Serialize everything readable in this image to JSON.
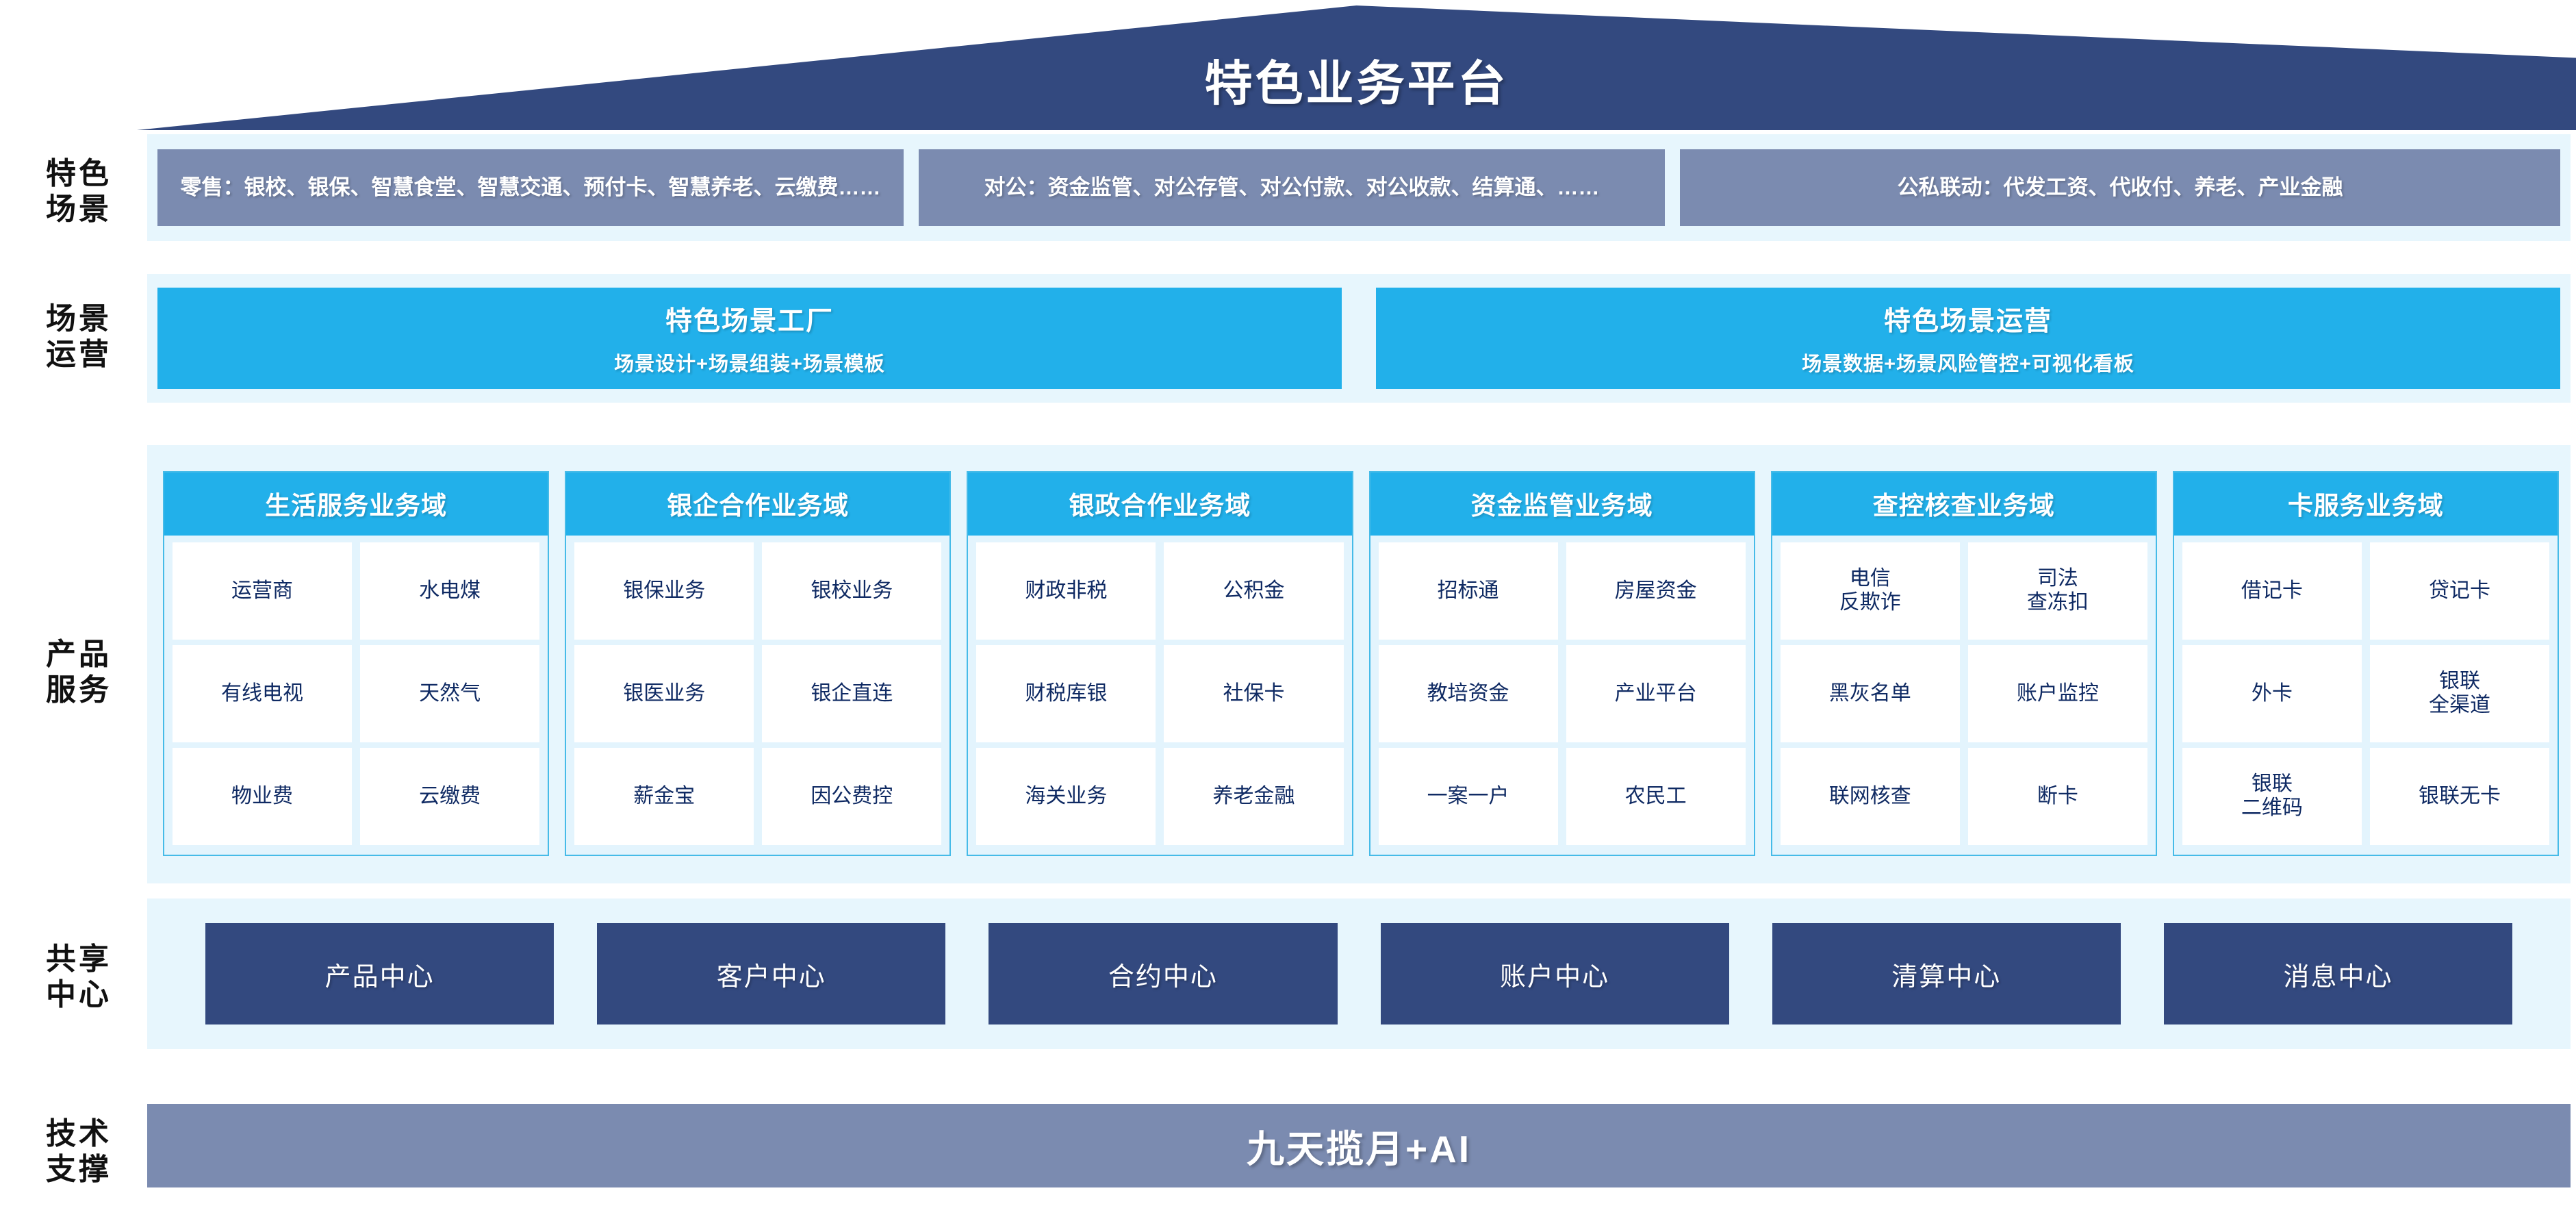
{
  "banner": {
    "title": "特色业务平台",
    "color": "#33497f"
  },
  "row_labels": {
    "scene": "特色\n场景",
    "operations": "场景\n运营",
    "product_service": "产品\n服务",
    "shared_center": "共享\n中心",
    "tech_support": "技术\n支撑"
  },
  "scenes": {
    "boxes": [
      {
        "text": "零售：银校、银保、智慧食堂、智慧交通、预付卡、智慧养老、云缴费……"
      },
      {
        "text": "对公：资金监管、对公存管、对公付款、对公收款、结算通、……"
      },
      {
        "text": "公私联动：代发工资、代收付、养老、产业金融"
      }
    ],
    "color": "#7b8bb0"
  },
  "operations": {
    "boxes": [
      {
        "title": "特色场景工厂",
        "subtitle": "场景设计+场景组装+场景模板"
      },
      {
        "title": "特色场景运营",
        "subtitle": "场景数据+场景风险管控+可视化看板"
      }
    ],
    "color": "#22b0ea"
  },
  "product_service": {
    "accent": "#22b0ea",
    "domains": [
      {
        "title": "生活服务业务域",
        "rows": [
          [
            "运营商",
            "水电煤"
          ],
          [
            "有线电视",
            "天然气"
          ],
          [
            "物业费",
            "云缴费"
          ]
        ]
      },
      {
        "title": "银企合作业务域",
        "rows": [
          [
            "银保业务",
            "银校业务"
          ],
          [
            "银医业务",
            "银企直连"
          ],
          [
            "薪金宝",
            "因公费控"
          ]
        ]
      },
      {
        "title": "银政合作业务域",
        "rows": [
          [
            "财政非税",
            "公积金"
          ],
          [
            "财税库银",
            "社保卡"
          ],
          [
            "海关业务",
            "养老金融"
          ]
        ]
      },
      {
        "title": "资金监管业务域",
        "rows": [
          [
            "招标通",
            "房屋资金"
          ],
          [
            "教培资金",
            "产业平台"
          ],
          [
            "一案一户",
            "农民工"
          ]
        ]
      },
      {
        "title": "查控核查业务域",
        "rows": [
          [
            "电信\n反欺诈",
            "司法\n查冻扣"
          ],
          [
            "黑灰名单",
            "账户监控"
          ],
          [
            "联网核查",
            "断卡"
          ]
        ]
      },
      {
        "title": "卡服务业务域",
        "rows": [
          [
            "借记卡",
            "贷记卡"
          ],
          [
            "外卡",
            "银联\n全渠道"
          ],
          [
            "银联\n二维码",
            "银联无卡"
          ]
        ]
      }
    ]
  },
  "shared_centers": {
    "color": "#33497f",
    "items": [
      "产品中心",
      "客户中心",
      "合约中心",
      "账户中心",
      "清算中心",
      "消息中心"
    ]
  },
  "tech_support": {
    "label": "九天揽月+AI",
    "color": "#7b8bb0"
  }
}
